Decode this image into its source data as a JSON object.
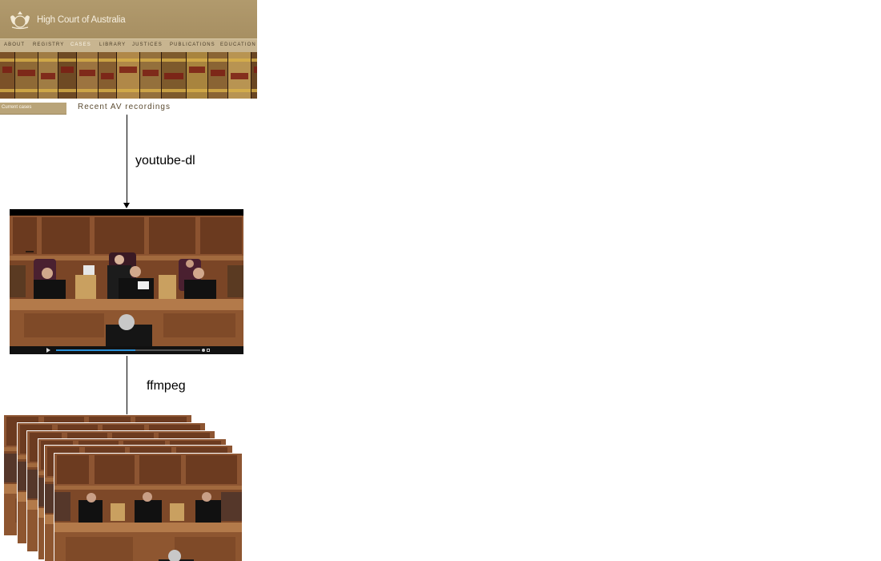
{
  "site": {
    "title": "High Court of Australia",
    "nav": [
      {
        "label": "ABOUT",
        "active": false
      },
      {
        "label": "REGISTRY",
        "active": false
      },
      {
        "label": "CASES",
        "active": true
      },
      {
        "label": "LIBRARY",
        "active": false
      },
      {
        "label": "JUSTICES",
        "active": false
      },
      {
        "label": "PUBLICATIONS",
        "active": false
      },
      {
        "label": "EDUCATION",
        "active": false
      }
    ],
    "sidebar_tab": "Current cases",
    "heading": "Recent AV recordings"
  },
  "steps": [
    {
      "label": "youtube-dl"
    },
    {
      "label": "ffmpeg"
    }
  ],
  "player": {
    "progress": 0.55
  },
  "colors": {
    "banner": "#a78f62",
    "nav": "#c8b590",
    "wood_dark": "#6e3b1f",
    "wood_light": "#a9683c",
    "robe": "#151515",
    "progress": "#2a8fd6"
  },
  "icons": [
    "coat-of-arms-icon",
    "play-icon",
    "volume-icon",
    "fullscreen-icon"
  ]
}
